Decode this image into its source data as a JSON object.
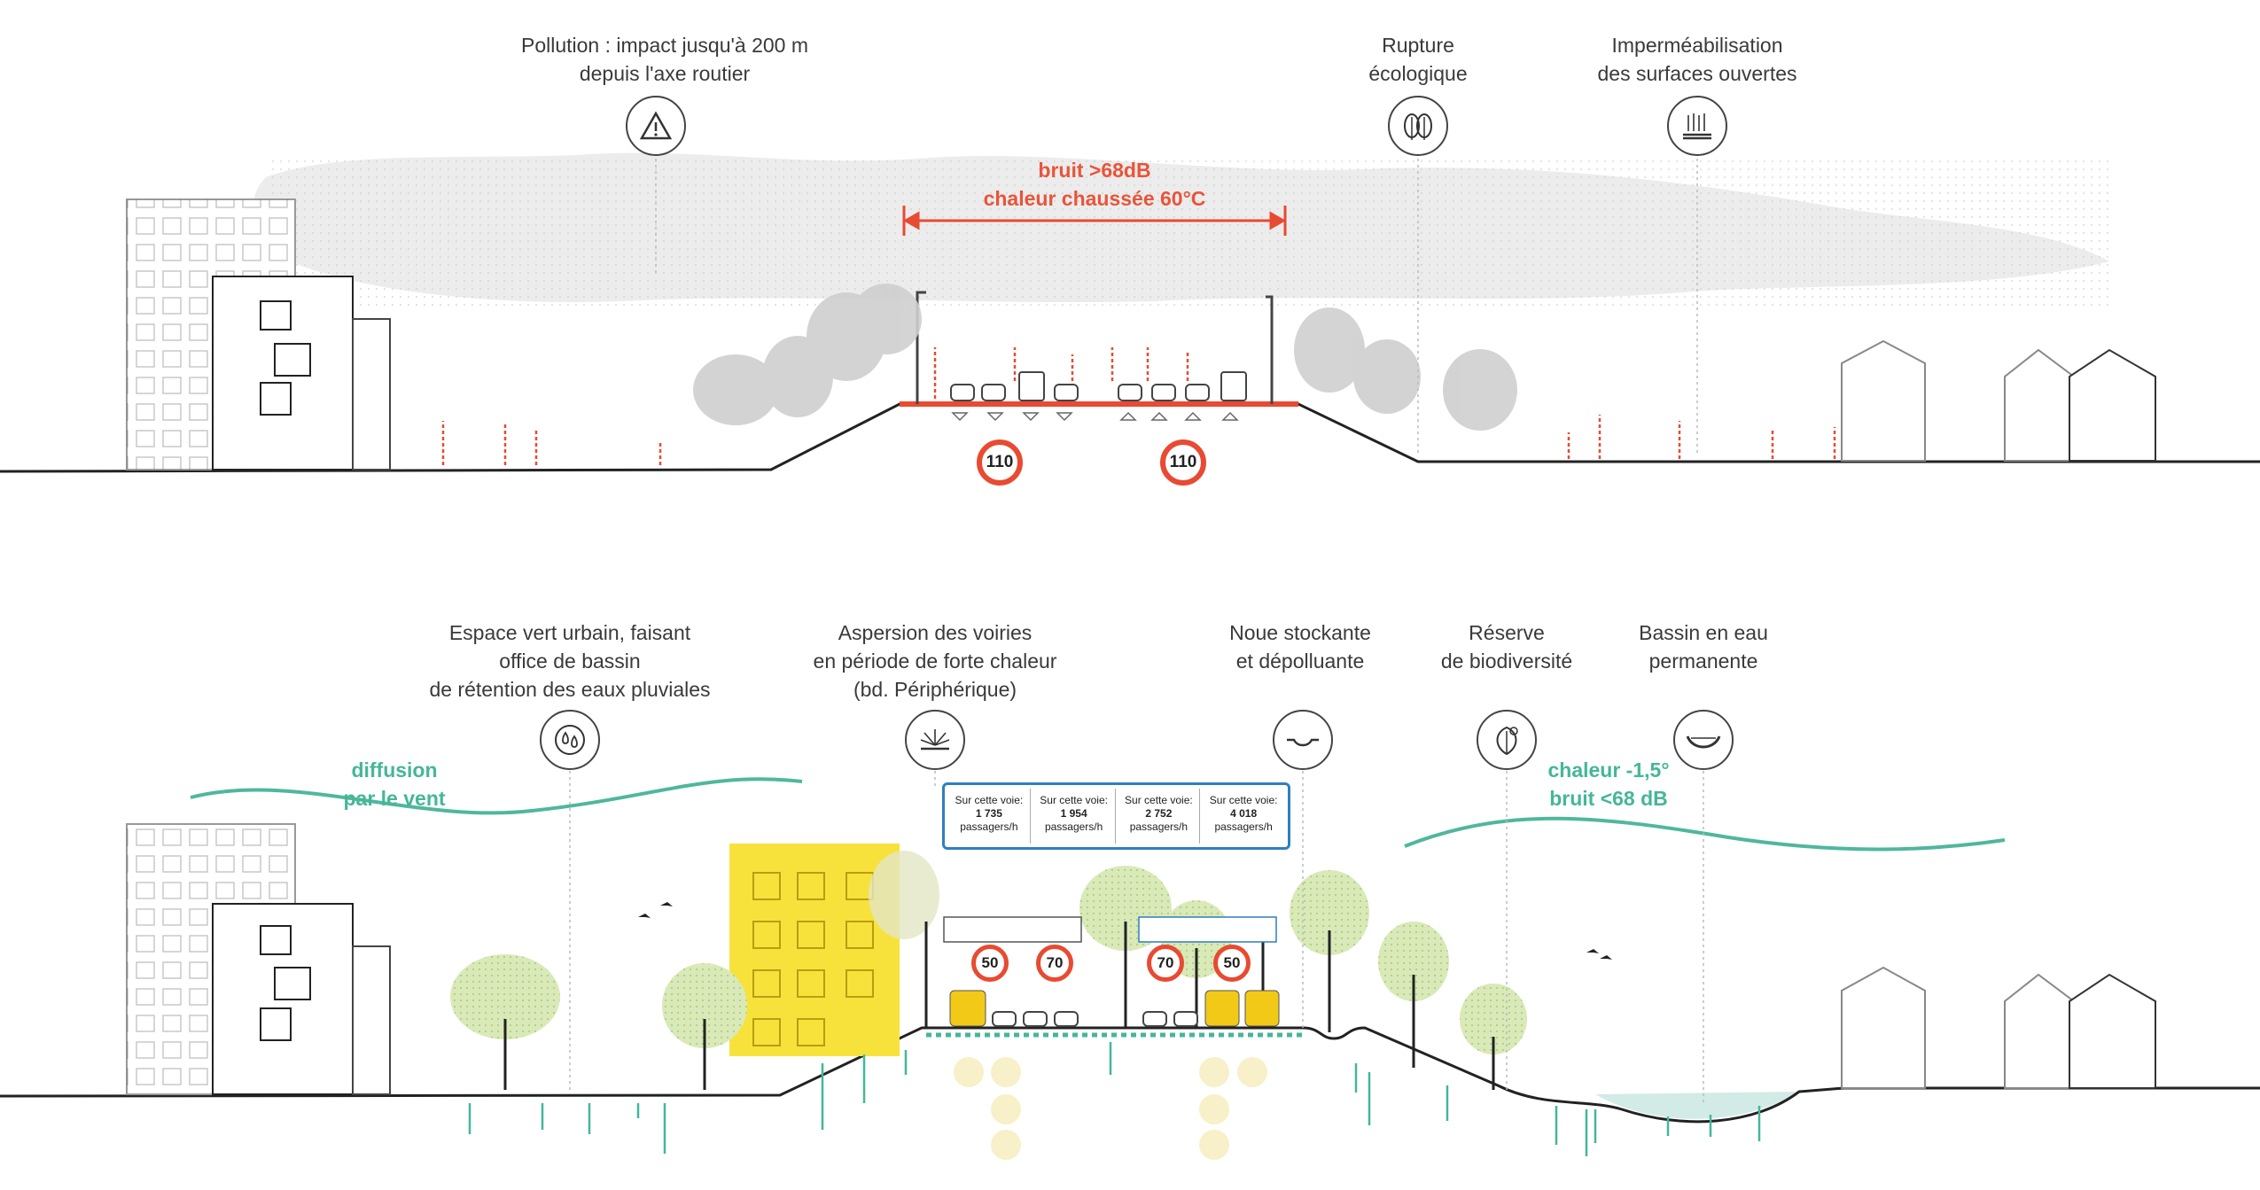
{
  "top_section": {
    "labels": {
      "pollution": "Pollution : impact jusqu'à 200 m\ndepuis l'axe routier",
      "rupture": "Rupture\nécologique",
      "impermeabilisation": "Imperméabilisation\ndes surfaces ouvertes"
    },
    "hot_annotation": "bruit >68dB\nchaleur chaussée 60°C",
    "speed_limits": [
      "110",
      "110"
    ]
  },
  "bottom_section": {
    "labels": {
      "espace_vert": "Espace vert urbain, faisant\noffice de bassin\nde rétention des eaux pluviales",
      "aspersion": "Aspersion des voiries\nen période de forte chaleur\n(bd. Périphérique)",
      "noue": "Noue stockante\net dépolluante",
      "reserve": "Réserve\nde biodiversité",
      "bassin": "Bassin en eau\npermanente"
    },
    "wind_annotation": "diffusion\npar le vent",
    "cool_annotation": "chaleur -1,5°\nbruit <68 dB",
    "speed_limits": [
      "50",
      "70",
      "70",
      "50"
    ],
    "passenger_box": [
      {
        "line1": "Sur cette voie:",
        "value": "1 735",
        "unit": "passagers/h"
      },
      {
        "line1": "Sur cette voie:",
        "value": "1 954",
        "unit": "passagers/h"
      },
      {
        "line1": "Sur cette voie:",
        "value": "2 752",
        "unit": "passagers/h"
      },
      {
        "line1": "Sur cette voie:",
        "value": "4 018",
        "unit": "passagers/h"
      }
    ]
  },
  "colors": {
    "hot": "#e8553a",
    "cool": "#45b69a",
    "building_yellow": "#f7e23c",
    "box_blue": "#2e7fbf"
  }
}
